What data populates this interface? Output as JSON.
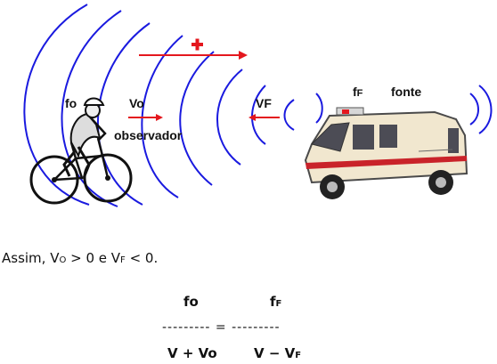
{
  "diagram": {
    "labels": {
      "fo": "fo",
      "vo": "Vo",
      "observer": "observador",
      "vf": "VF",
      "ff_main": "f",
      "ff_sub": "F",
      "source": "fonte"
    }
  },
  "statement": {
    "prefix": "Assim, V",
    "vo_sub": "O",
    "middle": " > 0 e V",
    "vf_sub": "F",
    "suffix": " < 0."
  },
  "formula": {
    "left_num": "fo",
    "right_num_main": "f",
    "right_num_sub": "F",
    "dashes": "--------- = ---------",
    "left_den": "V + Vo",
    "right_den_main": "V − V",
    "right_den_sub": "F"
  },
  "colors": {
    "wave": "#1a1adf",
    "arrow": "#e4171e",
    "cross": "#e4171e"
  }
}
